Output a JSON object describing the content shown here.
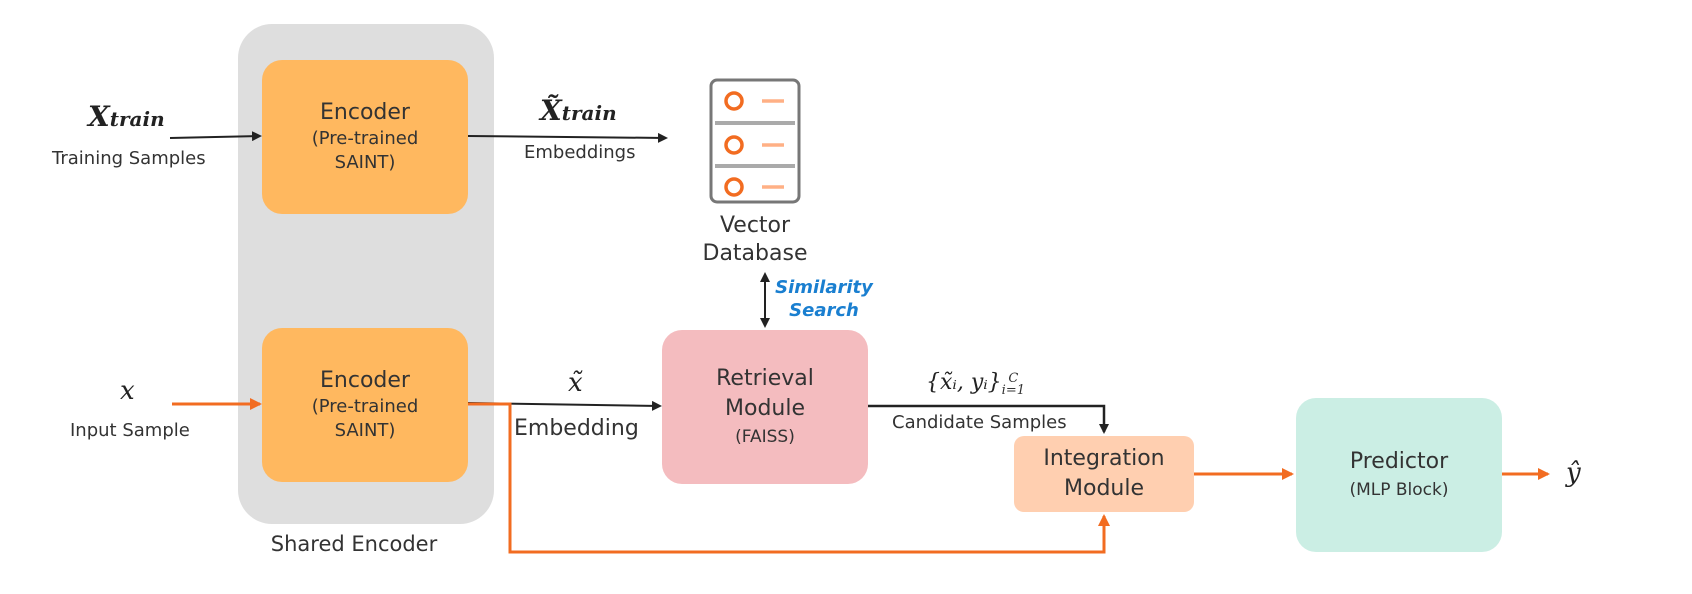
{
  "shared_encoder": {
    "label": "Shared Encoder"
  },
  "encoder_top": {
    "title": "Encoder",
    "sub1": "(Pre-trained",
    "sub2": "SAINT)"
  },
  "encoder_bottom": {
    "title": "Encoder",
    "sub1": "(Pre-trained",
    "sub2": "SAINT)"
  },
  "x_train": {
    "symbol": "X",
    "subscript": "train",
    "caption": "Training Samples"
  },
  "x_train_embed": {
    "symbol": "X̃",
    "subscript": "train",
    "caption": "Embeddings"
  },
  "vector_db": {
    "line1": "Vector",
    "line2": "Database"
  },
  "similarity": {
    "line1": "Similarity",
    "line2": "Search"
  },
  "input": {
    "symbol": "x",
    "caption": "Input Sample"
  },
  "input_embed": {
    "symbol": "x̃",
    "caption": "Embedding"
  },
  "retrieval": {
    "title1": "Retrieval",
    "title2": "Module",
    "sub": "(FAISS)"
  },
  "candidates": {
    "formula": "{x̃ᵢ, yᵢ}",
    "sup": "C",
    "sub": "i=1",
    "caption": "Candidate Samples"
  },
  "integration": {
    "line1": "Integration",
    "line2": "Module"
  },
  "predictor": {
    "title": "Predictor",
    "sub": "(MLP Block)"
  },
  "output": {
    "symbol": "ŷ"
  },
  "colors": {
    "encoder": "#ffb85f",
    "retrieval": "#f4bcbf",
    "integration": "#ffcfb0",
    "predictor": "#cbeee4",
    "shared": "#dedede",
    "orange_arrow": "#f26c21",
    "black_arrow": "#222222",
    "similarity_text": "#1a7fd0"
  }
}
